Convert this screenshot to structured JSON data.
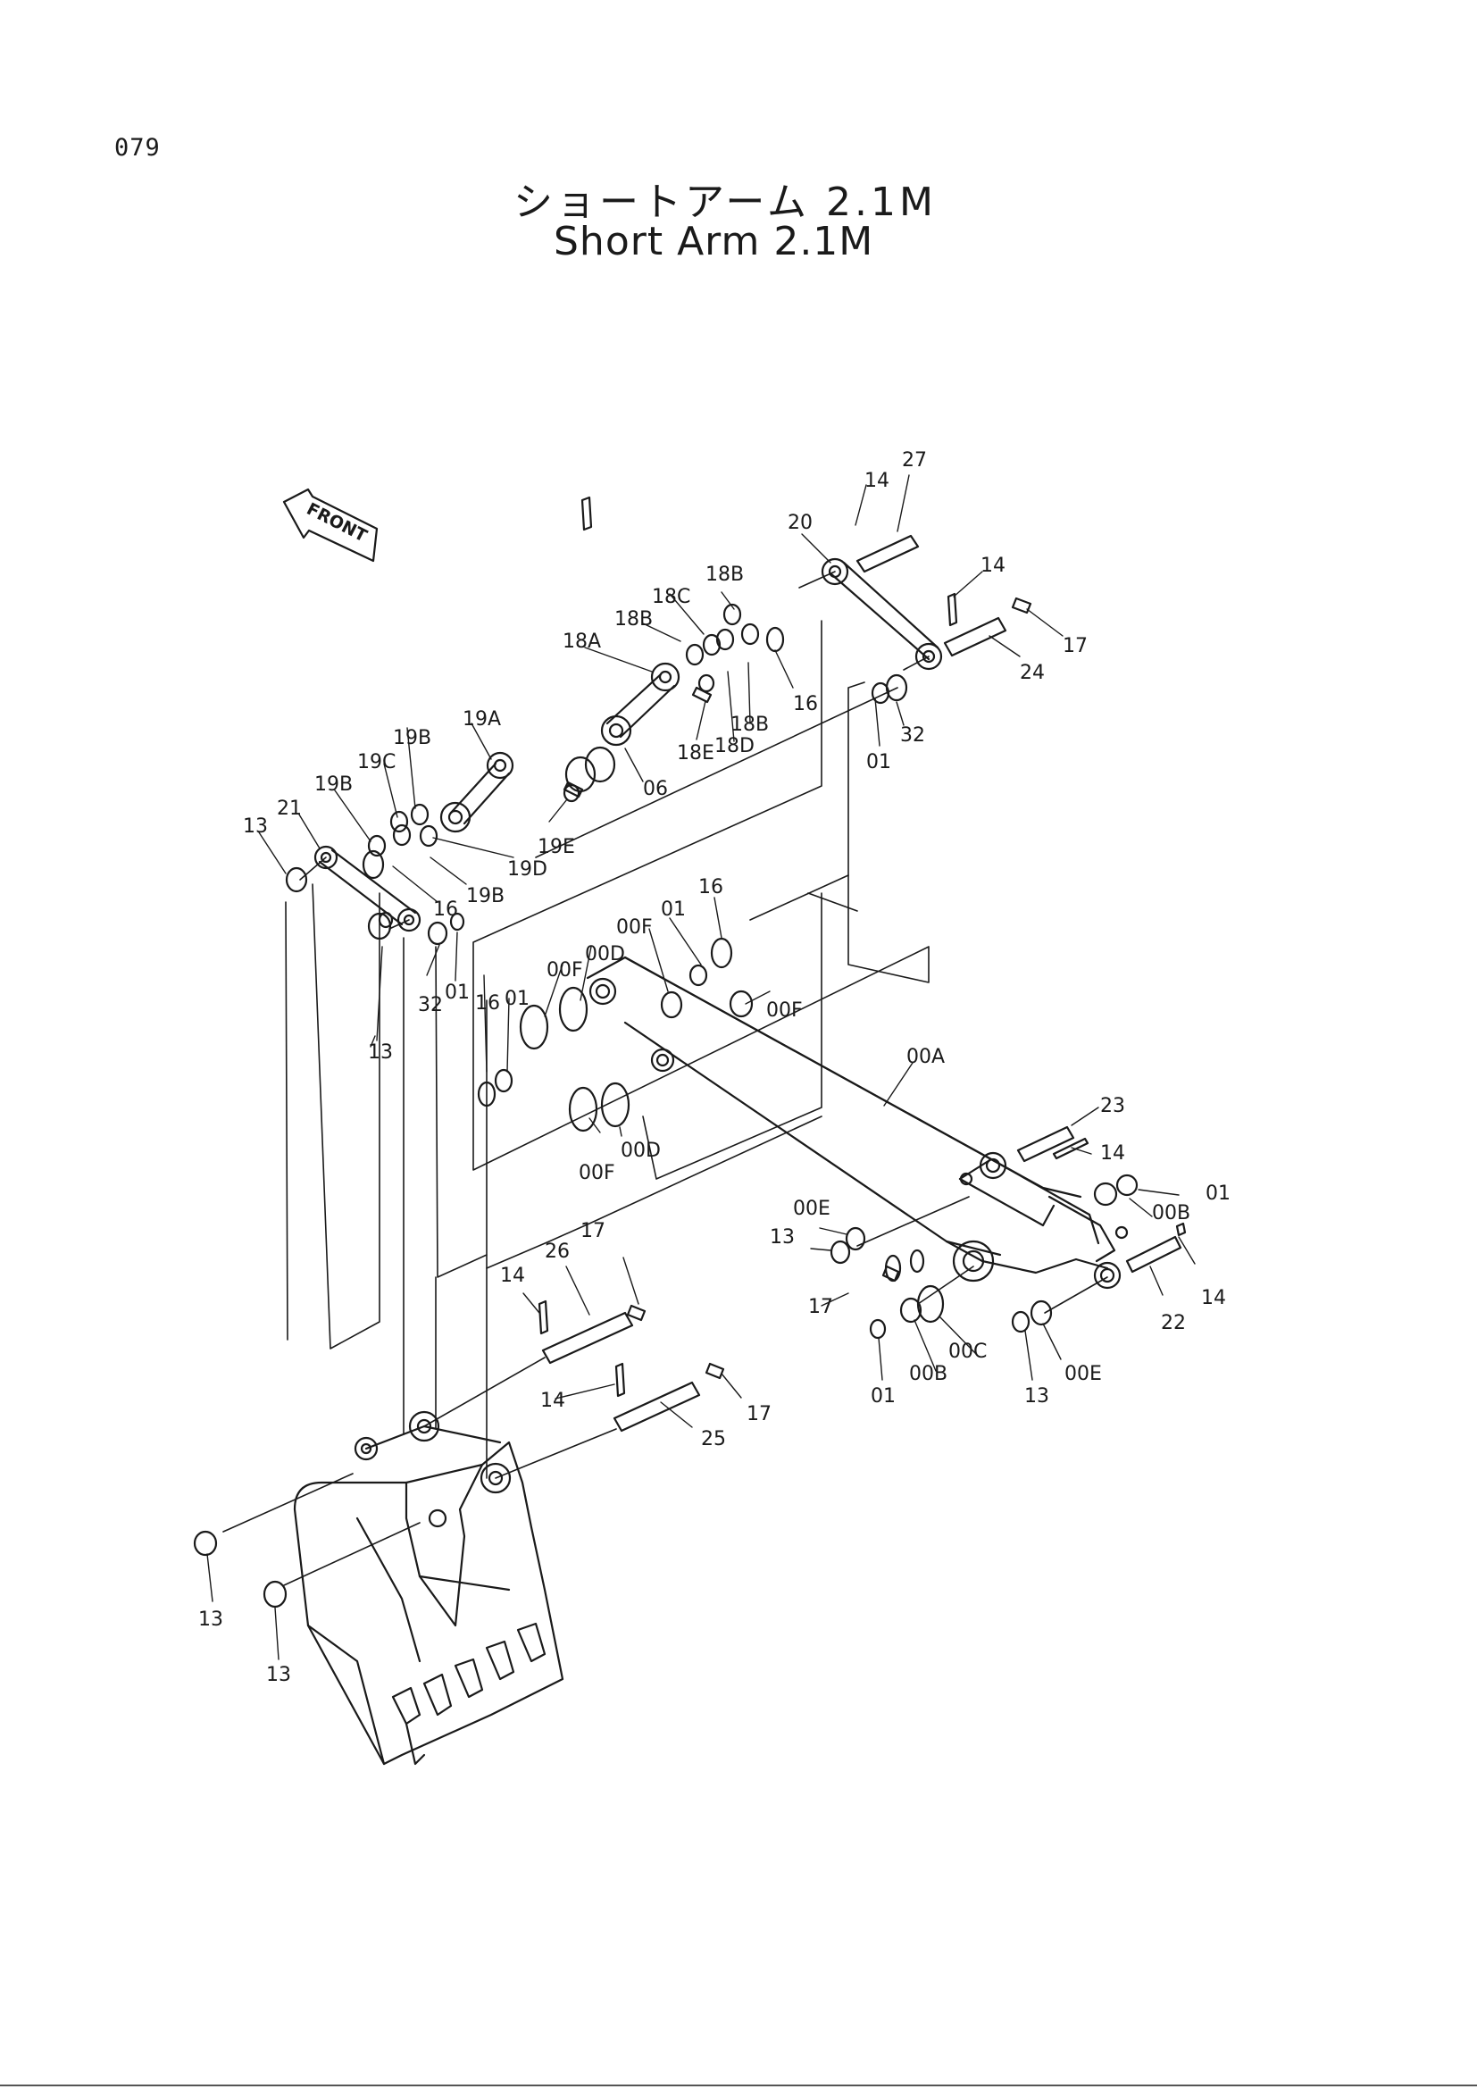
{
  "page_number": "079",
  "title_ja": "ショートアーム 2.1M",
  "title_en": "Short Arm 2.1M",
  "front_label": "FRONT",
  "callouts": [
    {
      "id": "c-27",
      "text": "27"
    },
    {
      "id": "c-14a",
      "text": "14"
    },
    {
      "id": "c-20",
      "text": "20"
    },
    {
      "id": "c-14b",
      "text": "14"
    },
    {
      "id": "c-17a",
      "text": "17"
    },
    {
      "id": "c-24",
      "text": "24"
    },
    {
      "id": "c-18B1",
      "text": "18B"
    },
    {
      "id": "c-18C",
      "text": "18C"
    },
    {
      "id": "c-18B2",
      "text": "18B"
    },
    {
      "id": "c-18A",
      "text": "18A"
    },
    {
      "id": "c-16a",
      "text": "16"
    },
    {
      "id": "c-18B3",
      "text": "18B"
    },
    {
      "id": "c-18D",
      "text": "18D"
    },
    {
      "id": "c-18E",
      "text": "18E"
    },
    {
      "id": "c-01a",
      "text": "01"
    },
    {
      "id": "c-32a",
      "text": "32"
    },
    {
      "id": "c-19A",
      "text": "19A"
    },
    {
      "id": "c-19B1",
      "text": "19B"
    },
    {
      "id": "c-19C",
      "text": "19C"
    },
    {
      "id": "c-19B2",
      "text": "19B"
    },
    {
      "id": "c-06",
      "text": "06"
    },
    {
      "id": "c-21",
      "text": "21"
    },
    {
      "id": "c-13a",
      "text": "13"
    },
    {
      "id": "c-19E",
      "text": "19E"
    },
    {
      "id": "c-19D",
      "text": "19D"
    },
    {
      "id": "c-19B3",
      "text": "19B"
    },
    {
      "id": "c-16b",
      "text": "16"
    },
    {
      "id": "c-01b",
      "text": "01"
    },
    {
      "id": "c-32b",
      "text": "32"
    },
    {
      "id": "c-13b",
      "text": "13"
    },
    {
      "id": "c-16c",
      "text": "16"
    },
    {
      "id": "c-00F1",
      "text": "00F"
    },
    {
      "id": "c-01c",
      "text": "01"
    },
    {
      "id": "c-00D1",
      "text": "00D"
    },
    {
      "id": "c-00F2",
      "text": "00F"
    },
    {
      "id": "c-16d",
      "text": "16"
    },
    {
      "id": "c-01d",
      "text": "01"
    },
    {
      "id": "c-00F3",
      "text": "00F"
    },
    {
      "id": "c-00A",
      "text": "00A"
    },
    {
      "id": "c-00D2",
      "text": "00D"
    },
    {
      "id": "c-00F4",
      "text": "00F"
    },
    {
      "id": "c-23",
      "text": "23"
    },
    {
      "id": "c-14c",
      "text": "14"
    },
    {
      "id": "c-01e",
      "text": "01"
    },
    {
      "id": "c-00B1",
      "text": "00B"
    },
    {
      "id": "c-00E1",
      "text": "00E"
    },
    {
      "id": "c-13c",
      "text": "13"
    },
    {
      "id": "c-14d",
      "text": "14"
    },
    {
      "id": "c-22",
      "text": "22"
    },
    {
      "id": "c-17b",
      "text": "17"
    },
    {
      "id": "c-26",
      "text": "26"
    },
    {
      "id": "c-14e",
      "text": "14"
    },
    {
      "id": "c-17c",
      "text": "17"
    },
    {
      "id": "c-00C",
      "text": "00C"
    },
    {
      "id": "c-00B2",
      "text": "00B"
    },
    {
      "id": "c-00E2",
      "text": "00E"
    },
    {
      "id": "c-01f",
      "text": "01"
    },
    {
      "id": "c-13d",
      "text": "13"
    },
    {
      "id": "c-14f",
      "text": "14"
    },
    {
      "id": "c-17d",
      "text": "17"
    },
    {
      "id": "c-25",
      "text": "25"
    },
    {
      "id": "c-13e",
      "text": "13"
    },
    {
      "id": "c-13f",
      "text": "13"
    }
  ]
}
